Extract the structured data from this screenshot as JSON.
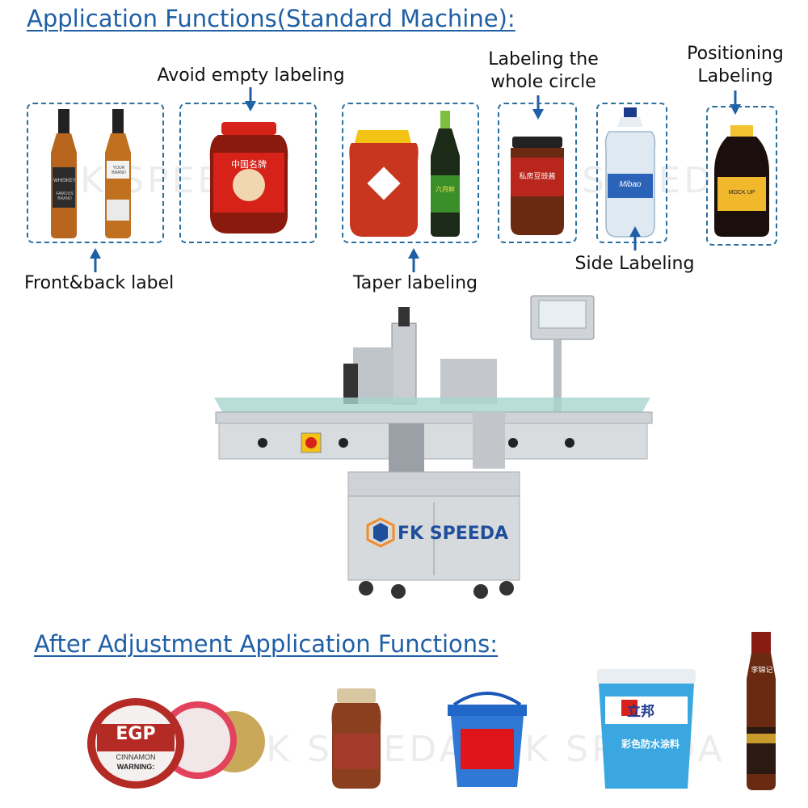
{
  "headings": {
    "standard": "Application Functions(Standard Machine):",
    "adjustment": "After Adjustment Application Functions:"
  },
  "labels": {
    "avoid_empty": "Avoid empty labeling",
    "whole_circle_line1": "Labeling the",
    "whole_circle_line2": "whole circle",
    "positioning_line1": "Positioning",
    "positioning_line2": "Labeling",
    "front_back": "Front&back label",
    "taper": "Taper labeling",
    "side": "Side Labeling"
  },
  "products": {
    "whiskey_1": "WHISKEY",
    "whiskey_2": "FAMOUS BRAND",
    "whiskey_3": "YOUR BRAND",
    "jar_chinese": "中国名牌",
    "bottle_green": "六月鲜",
    "jar_brown": "私房豆豉酱",
    "water": "Mibao",
    "soy": "MOCK UP",
    "snus_brand": "EGP",
    "snus_flavor": "CINNAMON",
    "snus_warning": "WARNING:",
    "bucket_brand": "立邦",
    "bucket_text": "彩色防水涂料",
    "oil_text": "李锦记"
  },
  "brand": {
    "logo_text": "FK SPEEDA",
    "watermark": "FK SPEEDA"
  },
  "colors": {
    "heading": "#1f5fa6",
    "box_border": "#2a6f9e",
    "arrow": "#1f5fa6",
    "logo_orange": "#f28c28",
    "logo_blue": "#1f4e9b"
  }
}
